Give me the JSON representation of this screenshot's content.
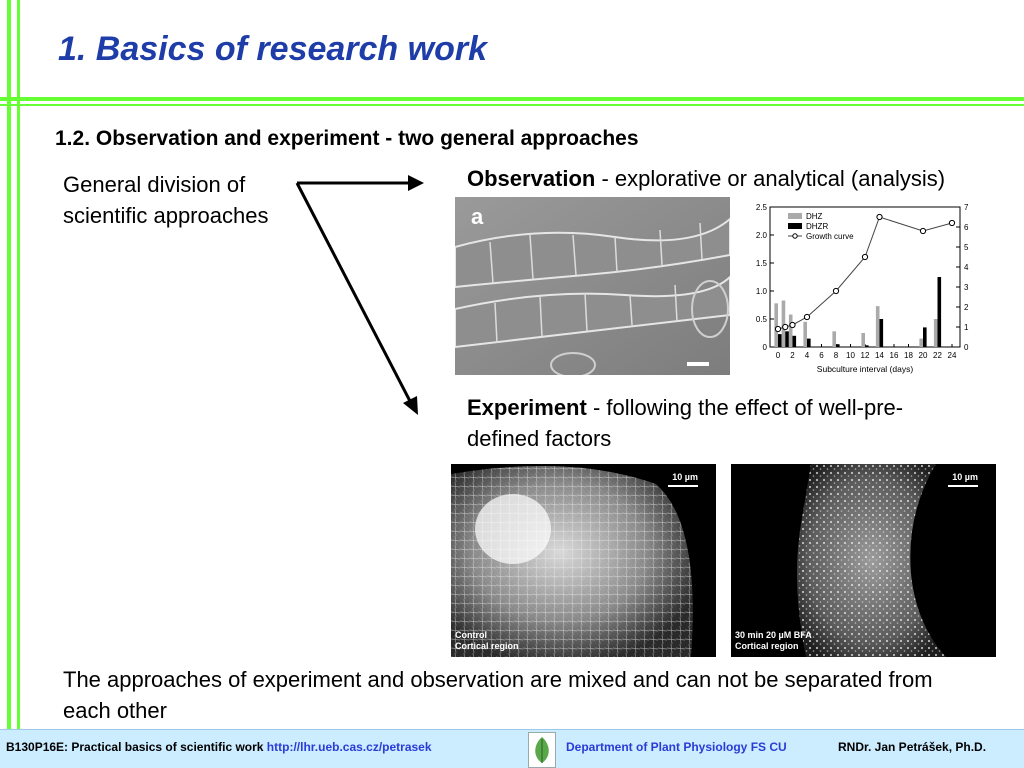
{
  "title": "1. Basics of research work",
  "subtitle": "1.2. Observation and experiment - two general approaches",
  "left_text": "General division of scientific approaches",
  "observation": {
    "bold": "Observation",
    "rest": " - explorative or analytical (analysis)"
  },
  "experiment": {
    "bold": "Experiment",
    "rest": " - following the effect of well-pre-defined factors"
  },
  "micrograph_a": {
    "label": "a"
  },
  "chart_data": {
    "type": "bar",
    "categories": [
      "0",
      "1",
      "2",
      "3",
      "4",
      "6",
      "8",
      "10",
      "12",
      "14",
      "16",
      "18",
      "20",
      "22",
      "24"
    ],
    "xlabel": "Subculture interval (days)",
    "x_ticks": [
      "0",
      "2",
      "4",
      "6",
      "8",
      "10",
      "12",
      "14",
      "16",
      "18",
      "20",
      "22",
      "24"
    ],
    "ylim": [
      0,
      2.5
    ],
    "y_ticks": [
      "0",
      "0.5",
      "1.0",
      "1.5",
      "2.0",
      "2.5"
    ],
    "y2lim": [
      0,
      7
    ],
    "y2_ticks": [
      "0",
      "1",
      "2",
      "3",
      "4",
      "5",
      "6",
      "7"
    ],
    "series": [
      {
        "name": "DHZ",
        "color": "#aaaaaa",
        "values": [
          0.78,
          0.83,
          0.58,
          0,
          0.45,
          0,
          0.28,
          0,
          0.25,
          0.73,
          0,
          0,
          0.15,
          0.5,
          0
        ]
      },
      {
        "name": "DHZR",
        "color": "#000000",
        "values": [
          0.23,
          0.28,
          0.2,
          0,
          0.15,
          0,
          0.05,
          0,
          0.03,
          0.5,
          0,
          0,
          0.35,
          1.25,
          0
        ]
      },
      {
        "name": "Growth curve",
        "type": "line",
        "x": [
          0,
          1,
          2,
          4,
          8,
          12,
          14,
          20,
          24
        ],
        "values": [
          0.9,
          1.0,
          1.1,
          1.5,
          2.8,
          4.5,
          6.5,
          5.8,
          6.2
        ]
      }
    ],
    "legend": "top-left"
  },
  "fluor_left": {
    "scale": "10 µm",
    "caption_1": "Control",
    "caption_2": "Cortical region"
  },
  "fluor_right": {
    "scale": "10 µm",
    "caption_1": "30 min 20 µM BFA",
    "caption_2": "Cortical region"
  },
  "bottom_text": "The approaches of experiment and observation are mixed and can not be separated from each other",
  "footer": {
    "course": "B130P16E: Practical basics of scientific work ",
    "link": "http://lhr.ueb.cas.cz/petrasek",
    "dept": "Department of Plant Physiology FS CU",
    "author": "RNDr. Jan Petrášek, Ph.D."
  }
}
